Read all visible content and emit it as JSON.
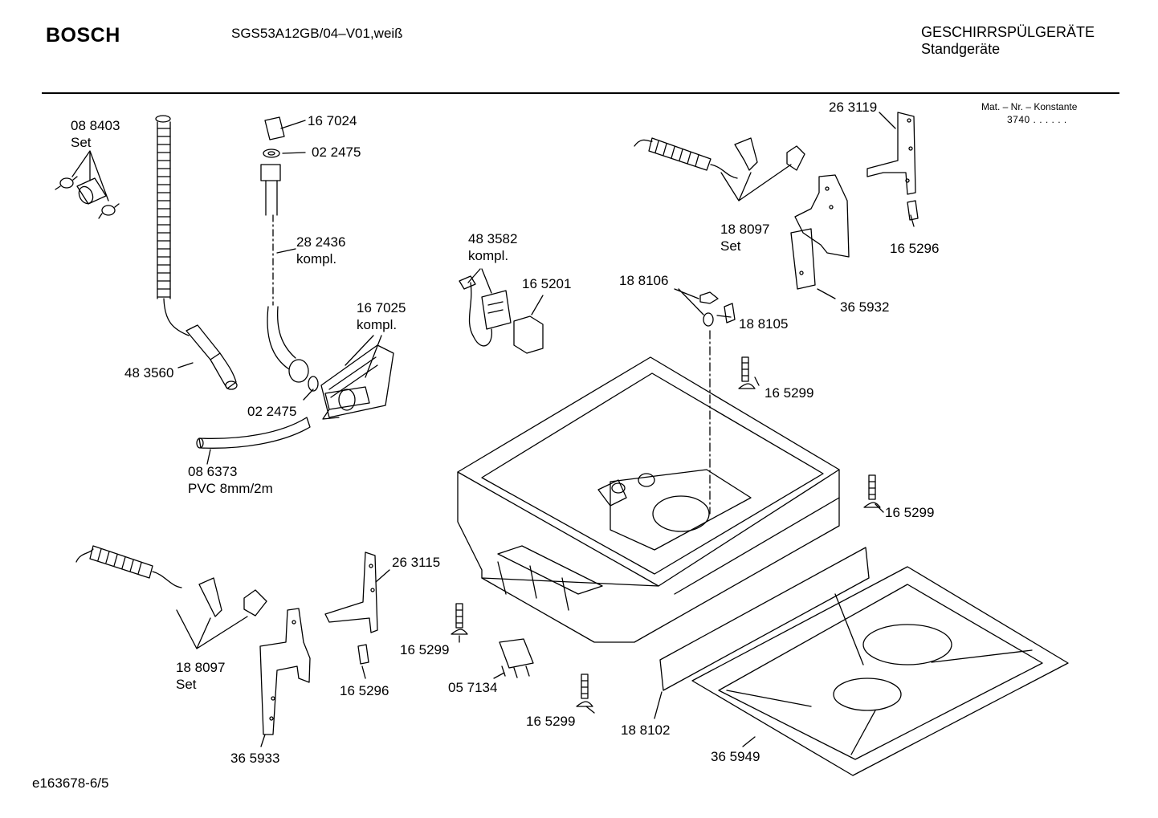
{
  "header": {
    "brand": "BOSCH",
    "model": "SGS53A12GB/04–V01,weiß",
    "category_line1": "GESCHIRRSPÜLGERÄTE",
    "category_line2": "Standgeräte"
  },
  "material_number": {
    "label": "Mat. – Nr. – Konstante",
    "value": "3740",
    "dots": ". .   . . . ."
  },
  "footer": {
    "drawing_id": "e163678-6/5"
  },
  "parts": [
    {
      "lines": [
        "08 8403",
        "Set"
      ]
    },
    {
      "lines": [
        "16 7024"
      ]
    },
    {
      "lines": [
        "02 2475"
      ]
    },
    {
      "lines": [
        "28 2436",
        "kompl."
      ]
    },
    {
      "lines": [
        "16 7025",
        "kompl."
      ]
    },
    {
      "lines": [
        "48 3560"
      ]
    },
    {
      "lines": [
        "02 2475"
      ]
    },
    {
      "lines": [
        "08 6373",
        "PVC 8mm/2m"
      ]
    },
    {
      "lines": [
        "48 3582",
        "kompl."
      ]
    },
    {
      "lines": [
        "16 5201"
      ]
    },
    {
      "lines": [
        "18 8106"
      ]
    },
    {
      "lines": [
        "18 8105"
      ]
    },
    {
      "lines": [
        "18 8097",
        "Set"
      ]
    },
    {
      "lines": [
        "26 3119"
      ]
    },
    {
      "lines": [
        "16 5296"
      ]
    },
    {
      "lines": [
        "36 5932"
      ]
    },
    {
      "lines": [
        "16 5299"
      ]
    },
    {
      "lines": [
        "16 5299"
      ]
    },
    {
      "lines": [
        "18 8097",
        "Set"
      ]
    },
    {
      "lines": [
        "26 3115"
      ]
    },
    {
      "lines": [
        "16 5296"
      ]
    },
    {
      "lines": [
        "36 5933"
      ]
    },
    {
      "lines": [
        "16 5299"
      ]
    },
    {
      "lines": [
        "05 7134"
      ]
    },
    {
      "lines": [
        "16 5299"
      ]
    },
    {
      "lines": [
        "18 8102"
      ]
    },
    {
      "lines": [
        "36 5949"
      ]
    }
  ]
}
